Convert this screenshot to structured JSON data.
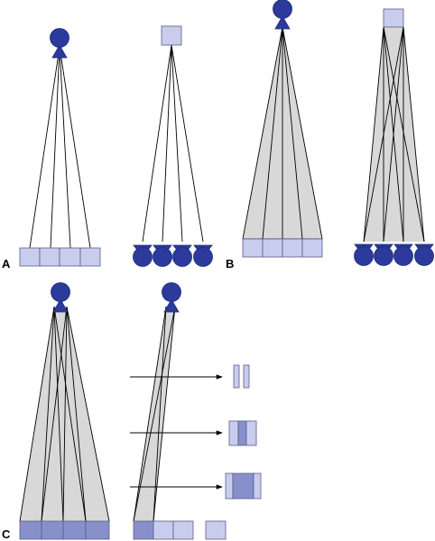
{
  "panels": [
    {
      "label": "A"
    },
    {
      "label": "B"
    },
    {
      "label": "C"
    }
  ],
  "colors": {
    "source_dark": "#2b3a9b",
    "source_light": "#c8cdee",
    "detector_light": "#c8cdee",
    "detector_dark": "#8890cc",
    "beam_fill": "#d8d8d8",
    "line": "#000000",
    "box_stroke": "#5a5a86"
  },
  "icons": [
    "radiation-source-icon",
    "detector-element-icon",
    "arrow-icon"
  ]
}
